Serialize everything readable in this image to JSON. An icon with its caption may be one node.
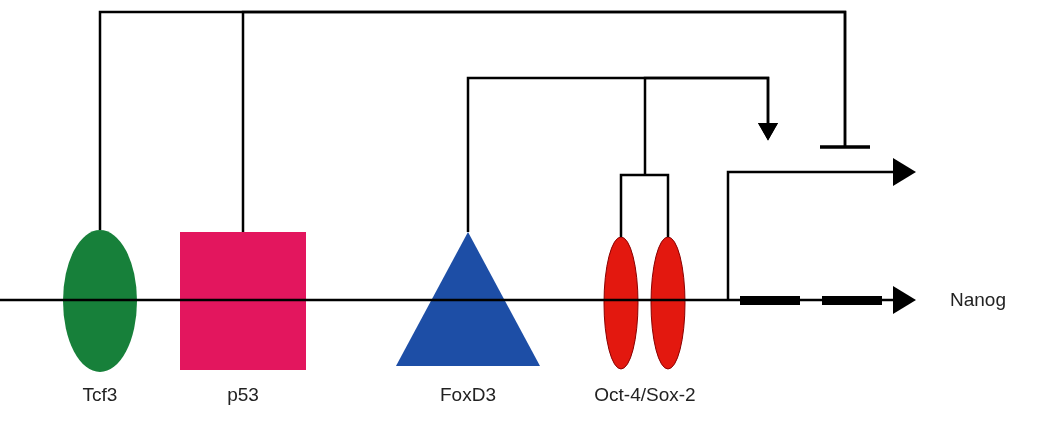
{
  "diagram": {
    "nodes": [
      {
        "text": [
          "Tcf3"
        ]
      },
      {
        "text": [
          "p53"
        ]
      },
      {
        "text": [
          "FoxD3"
        ]
      },
      {
        "text": [
          "Oct-4/Sox-2"
        ]
      }
    ],
    "edges": [
      {
        "from": 0,
        "to": null,
        "arrow": "other"
      },
      {
        "from": 1,
        "to": null,
        "arrow": "other"
      },
      {
        "from": 2,
        "to": null,
        "arrow": "to"
      },
      {
        "from": 3,
        "to": null,
        "arrow": "to"
      }
    ],
    "labels": [
      "Nanog"
    ]
  }
}
